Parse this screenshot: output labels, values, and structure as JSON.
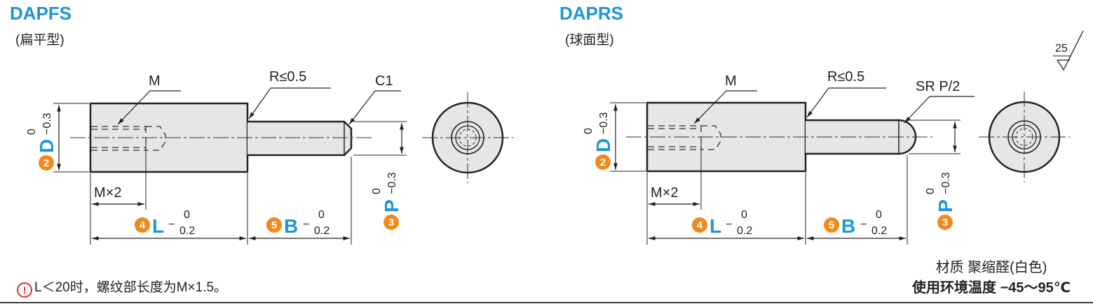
{
  "left": {
    "title": "DAPFS",
    "subtitle": "(扁平型)",
    "m_label": "M",
    "r_label": "R≤0.5",
    "c_label": "C1",
    "mx2_label": "M×2"
  },
  "right": {
    "title": "DAPRS",
    "subtitle": "(球面型)",
    "m_label": "M",
    "r_label": "R≤0.5",
    "sr_label": "SR P/2",
    "mx2_label": "M×2"
  },
  "dims": {
    "d": {
      "badge": "2",
      "letter": "D",
      "upper": "0",
      "lower": "−0.3"
    },
    "p": {
      "badge": "3",
      "letter": "P",
      "upper": "0",
      "lower": "−0.3"
    },
    "l": {
      "badge": "4",
      "letter": "L",
      "upper": "0",
      "lower": "0.2"
    },
    "b": {
      "badge": "5",
      "letter": "B",
      "upper": "0",
      "lower": "0.2"
    }
  },
  "roughness": "25",
  "note": {
    "icon": "warning-icon",
    "text": "L＜20时，螺纹部长度为M×1.5。"
  },
  "spec": {
    "material": "材质 聚缩醛(白色)",
    "temperature": "使用环境温度 −45～95℃"
  },
  "colors": {
    "title": "#1e96d6",
    "badge": "#f08a1c",
    "part_fill": "#e6e6e6",
    "outline": "#222222",
    "warning": "#e03020"
  }
}
